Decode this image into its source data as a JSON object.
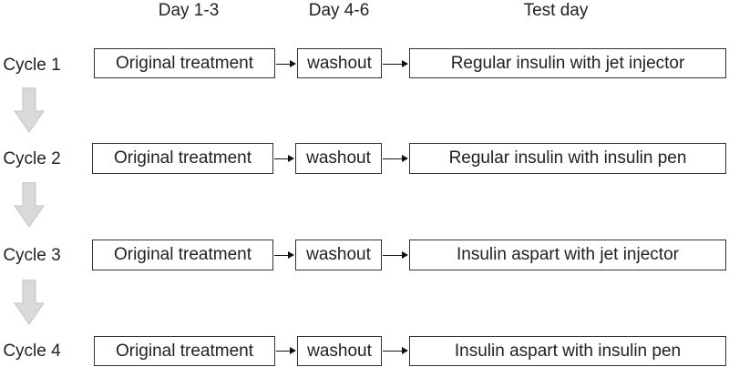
{
  "headers": [
    "Day 1-3",
    "Day 4-6",
    "Test day"
  ],
  "cycles": [
    {
      "label": "Cycle 1",
      "step1": "Original treatment",
      "step2": "washout",
      "step3": "Regular insulin with jet injector"
    },
    {
      "label": "Cycle 2",
      "step1": "Original treatment",
      "step2": "washout",
      "step3": "Regular insulin with insulin pen"
    },
    {
      "label": "Cycle 3",
      "step1": "Original treatment",
      "step2": "washout",
      "step3": "Insulin aspart with jet injector"
    },
    {
      "label": "Cycle 4",
      "step1": "Original treatment",
      "step2": "washout",
      "step3": "Insulin aspart with insulin pen"
    }
  ],
  "colors": {
    "box_border": "#333333",
    "arrow": "#111111",
    "down_arrow_fill": "#d9d9d9",
    "down_arrow_stroke": "#c4c4c4"
  }
}
